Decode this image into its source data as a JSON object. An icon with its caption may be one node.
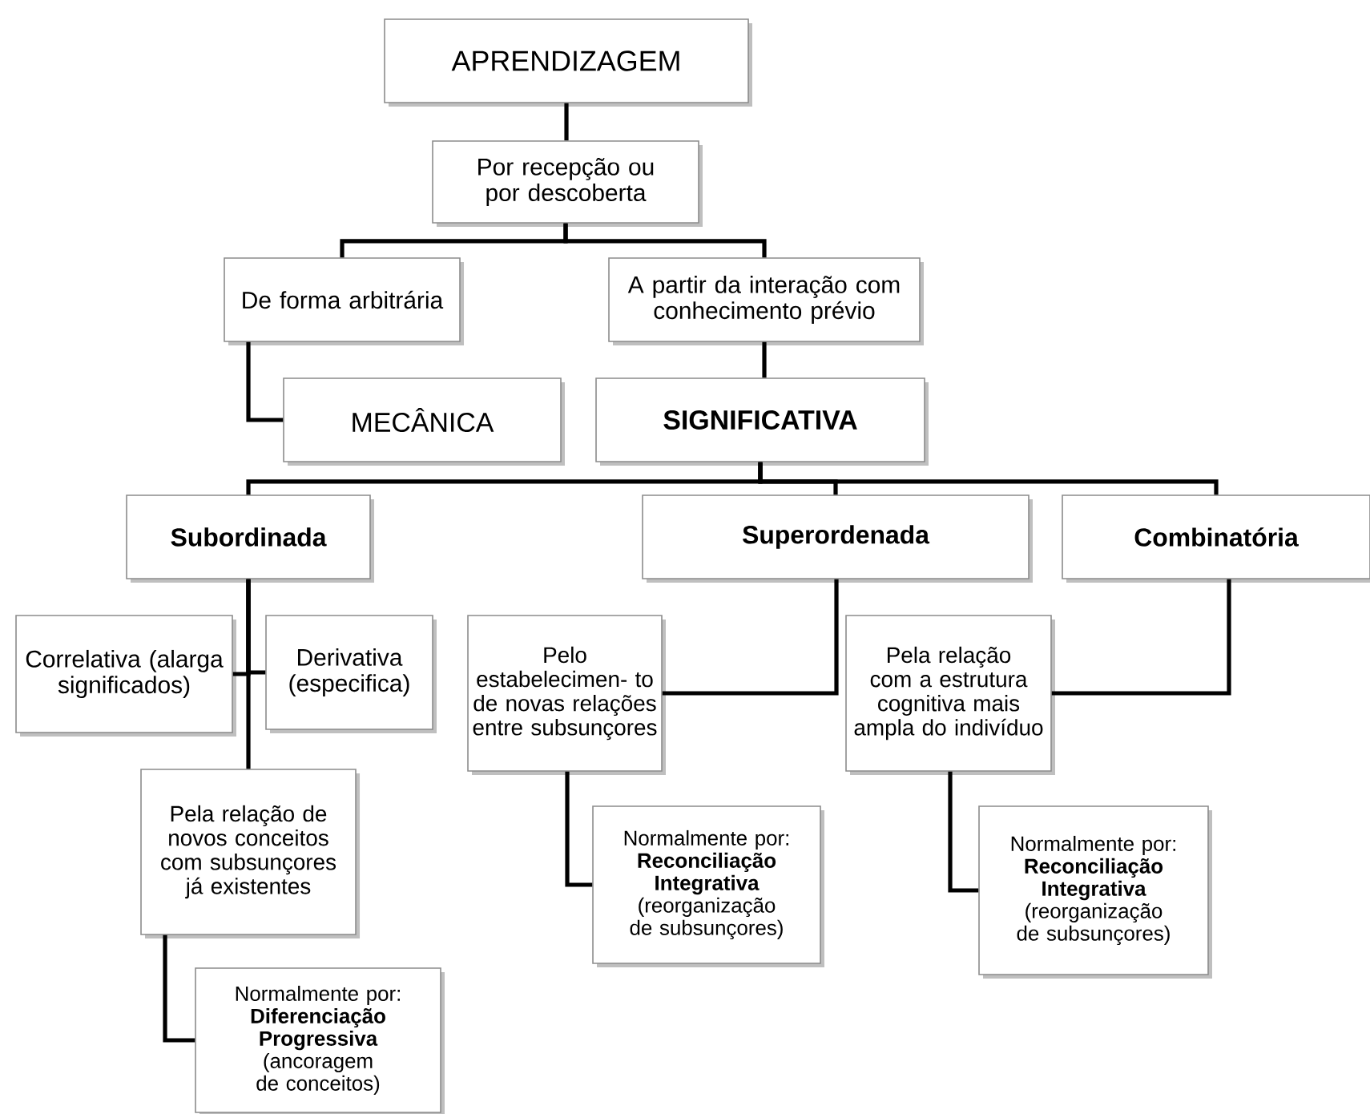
{
  "diagram": {
    "nodes": [
      {
        "text": [
          "APRENDIZAGEM"
        ]
      },
      {
        "text": [
          "Por recepção ou por descoberta"
        ]
      },
      {
        "text": [
          "De forma arbitrária"
        ]
      },
      {
        "text": [
          "A partir da interação com conhecimento prévio"
        ]
      },
      {
        "text": [
          "MECÂNICA"
        ]
      },
      {
        "text": [
          "SIGNIFICATIVA"
        ]
      },
      {
        "text": [
          "Subordinada"
        ]
      },
      {
        "text": [
          "Superordenada"
        ]
      },
      {
        "text": [
          "Combinatória"
        ]
      },
      {
        "text": [
          "Correlativa (alarga significados)"
        ]
      },
      {
        "text": [
          "Derivativa (especifica)"
        ]
      },
      {
        "text": [
          "Pelo estabelecimen- to de novas relações entre subsunçores"
        ]
      },
      {
        "text": [
          "Pela relação com a estrutura cognitiva mais ampla do indivíduo"
        ]
      },
      {
        "text": [
          "Pela relação de novos conceitos com subsunçores já existentes"
        ]
      },
      {
        "text": [
          "Normalmente por:",
          "Reconciliação Integrativa",
          "(reorganização de subsunçores)"
        ]
      },
      {
        "text": [
          "Normalmente por:",
          "Reconciliação Integrativa",
          "(reorganização de subsunçores)"
        ]
      },
      {
        "text": [
          "Normalmente por:",
          "Diferenciação Progressiva",
          "(ancoragem de conceitos)"
        ]
      }
    ],
    "edges": [
      {
        "from": 0,
        "to": 1,
        "arrow": "none"
      },
      {
        "from": 1,
        "to": 2,
        "arrow": "none"
      },
      {
        "from": 1,
        "to": 3,
        "arrow": "none"
      },
      {
        "from": 2,
        "to": 4,
        "arrow": "none"
      },
      {
        "from": 3,
        "to": 5,
        "arrow": "none"
      },
      {
        "from": 5,
        "to": 6,
        "arrow": "none"
      },
      {
        "from": 5,
        "to": 7,
        "arrow": "none"
      },
      {
        "from": 5,
        "to": 8,
        "arrow": "none"
      },
      {
        "from": 6,
        "to": 9,
        "arrow": "none"
      },
      {
        "from": 6,
        "to": 10,
        "arrow": "none"
      },
      {
        "from": 6,
        "to": 13,
        "arrow": "none"
      },
      {
        "from": 7,
        "to": 11,
        "arrow": "none"
      },
      {
        "from": 8,
        "to": 12,
        "arrow": "none"
      },
      {
        "from": 11,
        "to": 14,
        "arrow": "none"
      },
      {
        "from": 12,
        "to": 15,
        "arrow": "none"
      },
      {
        "from": 13,
        "to": 16,
        "arrow": "none"
      }
    ]
  }
}
